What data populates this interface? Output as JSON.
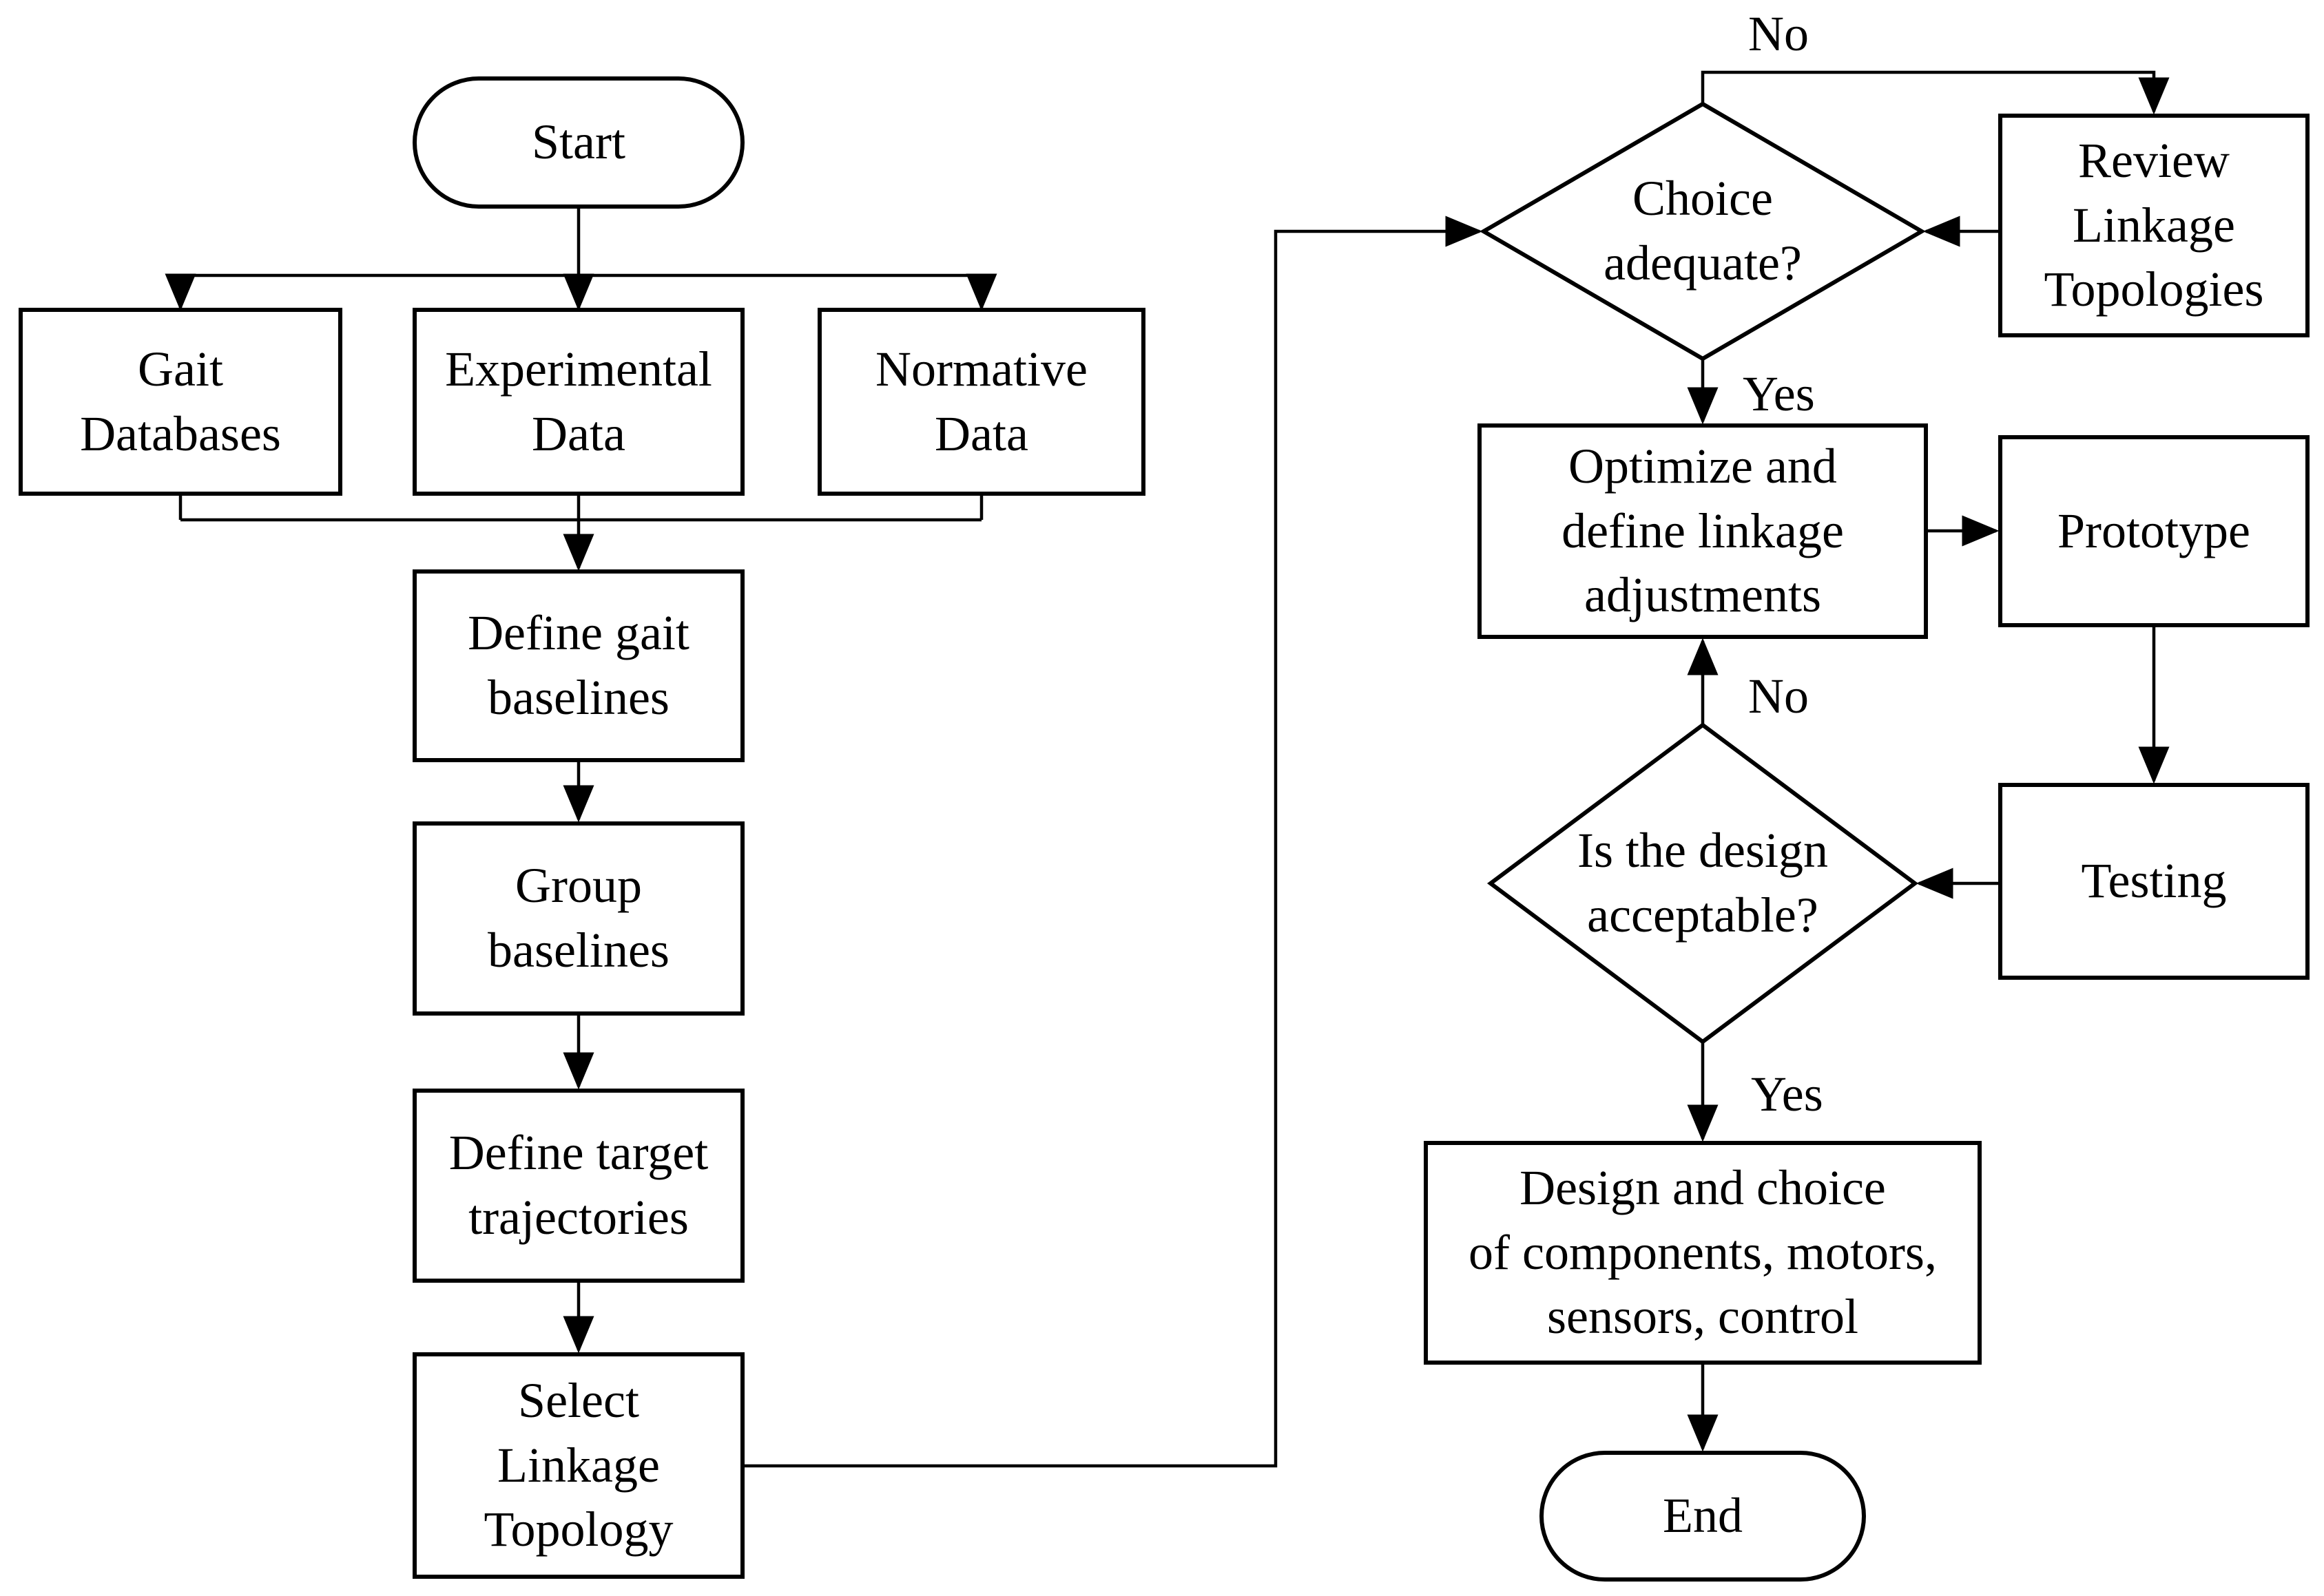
{
  "diagram": {
    "type": "flowchart",
    "colors": {
      "background": "#ffffff",
      "stroke": "#000000",
      "node_fill": "#ffffff",
      "text": "#000000"
    },
    "nodes": {
      "start": {
        "label": "Start",
        "type": "terminator"
      },
      "gait_databases": {
        "label": "Gait\nDatabases",
        "type": "process"
      },
      "experimental_data": {
        "label": "Experimental\nData",
        "type": "process"
      },
      "normative_data": {
        "label": "Normative\nData",
        "type": "process"
      },
      "define_gait_baselines": {
        "label": "Define gait\nbaselines",
        "type": "process"
      },
      "group_baselines": {
        "label": "Group\nbaselines",
        "type": "process"
      },
      "define_target_trajectories": {
        "label": "Define target\ntrajectories",
        "type": "process"
      },
      "select_linkage_topology": {
        "label": "Select\nLinkage\nTopology",
        "type": "process"
      },
      "choice_adequate": {
        "label": "Choice\nadequate?",
        "type": "decision"
      },
      "review_linkage_topologies": {
        "label": "Review\nLinkage\nTopologies",
        "type": "process"
      },
      "optimize_linkage": {
        "label": "Optimize and\ndefine linkage\nadjustments",
        "type": "process"
      },
      "prototype": {
        "label": "Prototype",
        "type": "process"
      },
      "testing": {
        "label": "Testing",
        "type": "process"
      },
      "design_acceptable": {
        "label": "Is the design\nacceptable?",
        "type": "decision"
      },
      "design_components": {
        "label": "Design and choice\nof components, motors,\nsensors, control",
        "type": "process"
      },
      "end": {
        "label": "End",
        "type": "terminator"
      }
    },
    "edge_labels": {
      "choice_no": "No",
      "choice_yes": "Yes",
      "design_no": "No",
      "design_yes": "Yes"
    }
  }
}
